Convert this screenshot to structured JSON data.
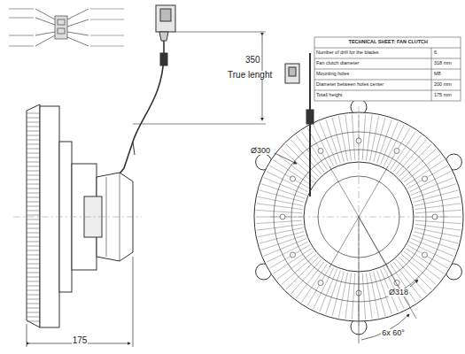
{
  "diagram": {
    "labels": [
      "350",
      "True lenght",
      "175",
      "Ø300",
      "Ø318",
      "6x 60°",
      "TECHNICAL SHEET: FAN CLUTCH",
      "Number of drill for the blades",
      "6",
      "Fan clutch diameter",
      "318 mm",
      "Mounting holes",
      "M8",
      "Diameter between holes center",
      "200 mm",
      "Totall height",
      "175 mm"
    ]
  }
}
